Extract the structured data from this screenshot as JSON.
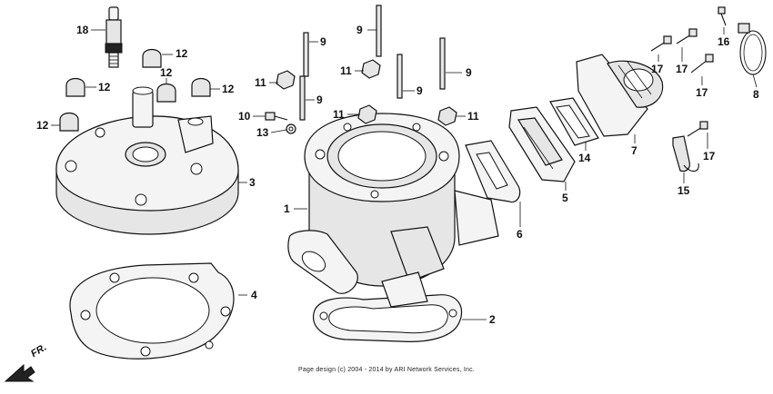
{
  "diagram": {
    "front_indicator": "FR.",
    "copyright": "Page design (c) 2004 - 2014 by ARI Network Services, Inc.",
    "callouts": {
      "c1": "1",
      "c2": "2",
      "c3": "3",
      "c4": "4",
      "c5": "5",
      "c6": "6",
      "c7": "7",
      "c8": "8",
      "c9a": "9",
      "c9b": "9",
      "c9c": "9",
      "c9d": "9",
      "c9e": "9",
      "c10": "10",
      "c11a": "11",
      "c11b": "11",
      "c11c": "11",
      "c11d": "11",
      "c12a": "12",
      "c12b": "12",
      "c12c": "12",
      "c12d": "12",
      "c12e": "12",
      "c13": "13",
      "c14": "14",
      "c15": "15",
      "c16": "16",
      "c17a": "17",
      "c17b": "17",
      "c17c": "17",
      "c17d": "17",
      "c18": "18"
    }
  }
}
